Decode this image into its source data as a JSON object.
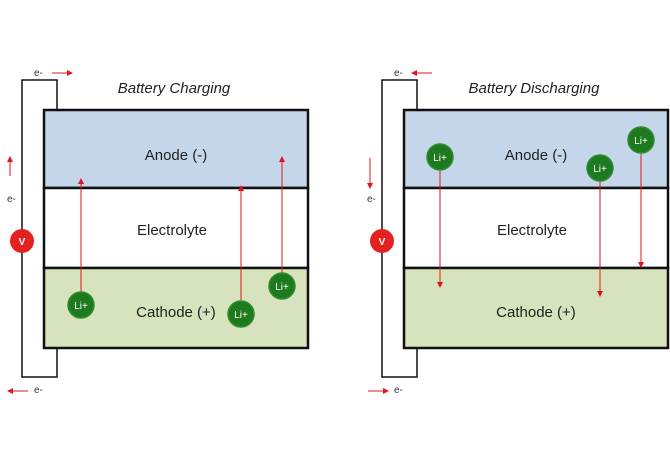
{
  "colors": {
    "anode": "#c5d5ea",
    "electrolyte": "#ffffff",
    "cathode": "#d6e3bd",
    "outline": "#111111",
    "arrow": "#e0161b",
    "ion": "#1e7a1e",
    "ion_ring": "#2d8d2d",
    "voltmeter": "#e42121"
  },
  "panels": [
    {
      "title": "Battery Charging",
      "anode_label": "Anode (-)",
      "electrolyte_label": "Electrolyte",
      "cathode_label": "Cathode (+)",
      "electron_top": "e-",
      "electron_side": "e-",
      "electron_bottom": "e-",
      "voltmeter": "V",
      "ion_label": "Li+",
      "ion_direction": "up"
    },
    {
      "title": "Battery Discharging",
      "anode_label": "Anode (-)",
      "electrolyte_label": "Electrolyte",
      "cathode_label": "Cathode (+)",
      "electron_top": "e-",
      "electron_side": "e-",
      "electron_bottom": "e-",
      "voltmeter": "V",
      "ion_label": "Li+",
      "ion_direction": "down"
    }
  ]
}
